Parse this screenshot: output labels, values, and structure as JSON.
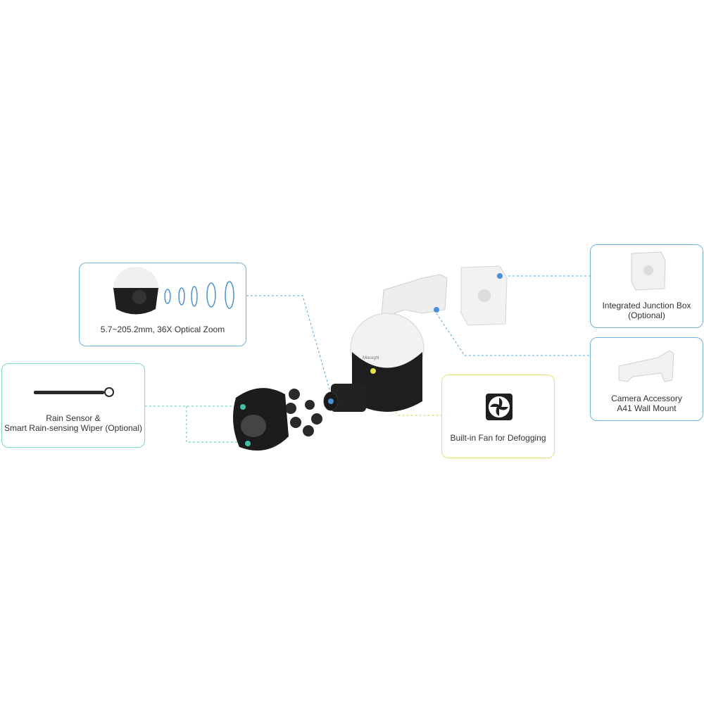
{
  "callouts": {
    "zoom": {
      "label": "5.7~205.2mm, 36X Optical Zoom"
    },
    "rain": {
      "line1": "Rain Sensor &",
      "line2": "Smart Rain-sensing Wiper (Optional)"
    },
    "junction": {
      "line1": "Integrated Junction Box",
      "line2": "(Optional)"
    },
    "wallmount": {
      "line1": "Camera Accessory",
      "line2": "A41 Wall Mount"
    },
    "fan": {
      "label": "Built-in Fan for Defogging"
    }
  },
  "colors": {
    "blue_accent": "#4a90d9",
    "teal_accent": "#3fc4a8",
    "yellow_accent": "#d9d640",
    "connector_line": "#5aa6d8"
  },
  "icons": [
    "camera-lens-icon",
    "wiper-icon",
    "junction-box-icon",
    "wall-mount-icon",
    "fan-icon",
    "ptz-camera-icon"
  ]
}
